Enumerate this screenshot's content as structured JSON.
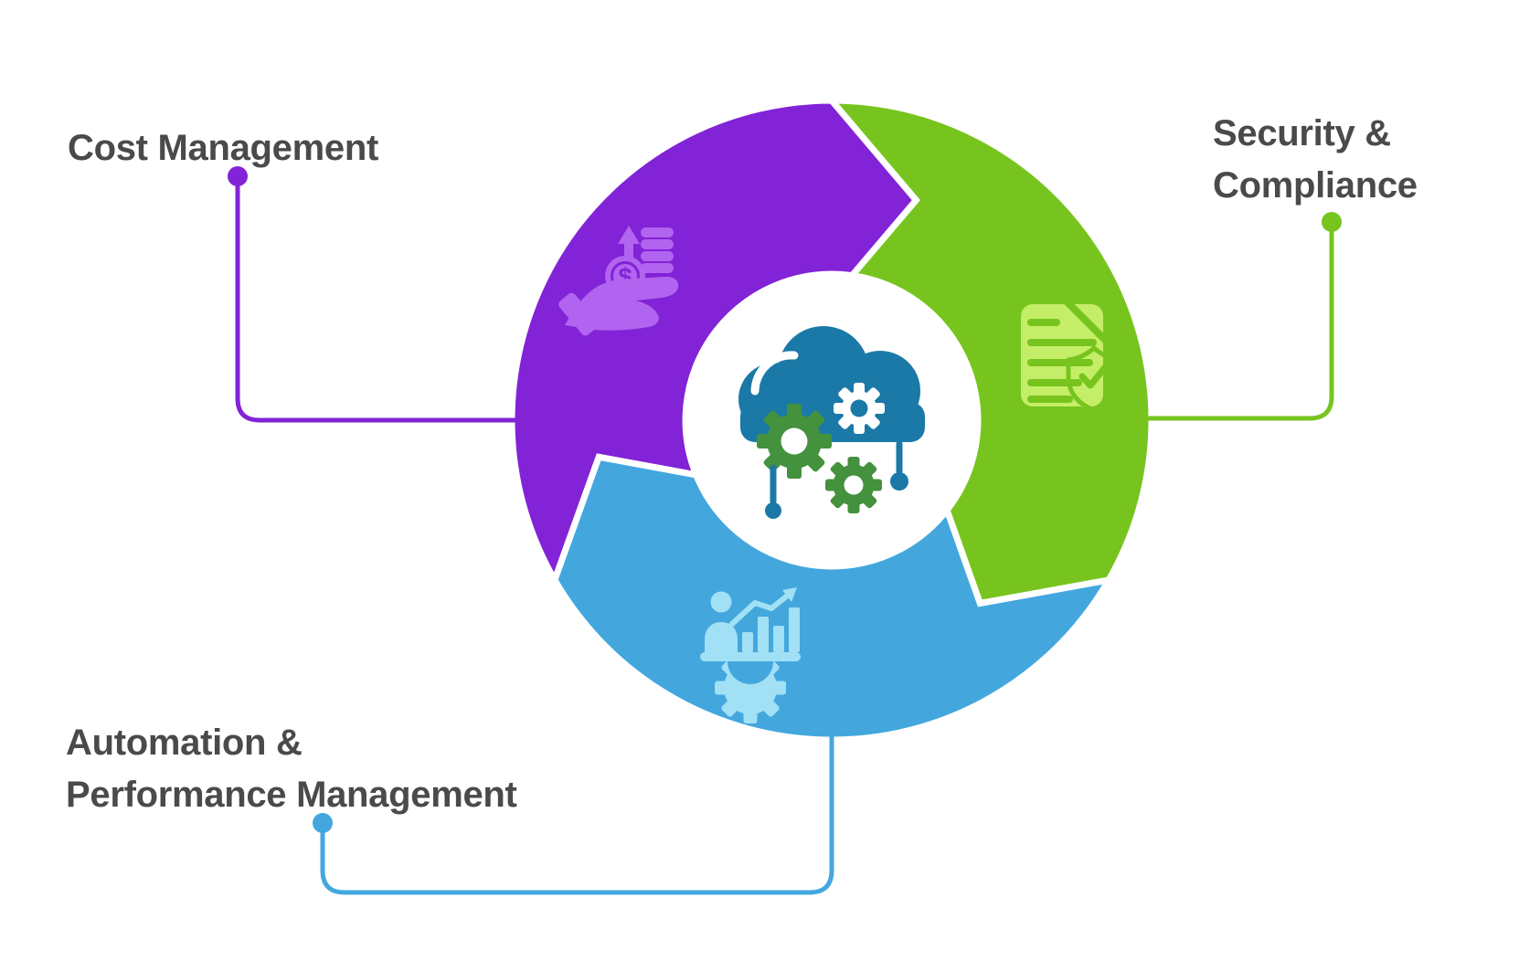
{
  "labels": {
    "cost": "Cost Management",
    "security_line1": "Security &",
    "security_line2": "Compliance",
    "automation_line1": "Automation &",
    "automation_line2": "Performance Management"
  },
  "glyphs": {
    "dollar": "$"
  },
  "colors": {
    "purple": "#8223d7",
    "purple_light": "#b164ef",
    "green": "#77c41f",
    "green_light": "#c4ee67",
    "blue": "#43a7de",
    "blue_light": "#a2e0f5",
    "cloud_blue": "#1a79a7",
    "gear_green": "#44913e",
    "label_text": "#4a4a4c",
    "background": "#ffffff"
  },
  "icons": {
    "center": "cloud-with-gears-icon",
    "cost_segment": "hand-coins-growth-icon",
    "security_segment": "document-shield-check-icon",
    "automation_segment": "analyst-chart-gear-icon"
  }
}
